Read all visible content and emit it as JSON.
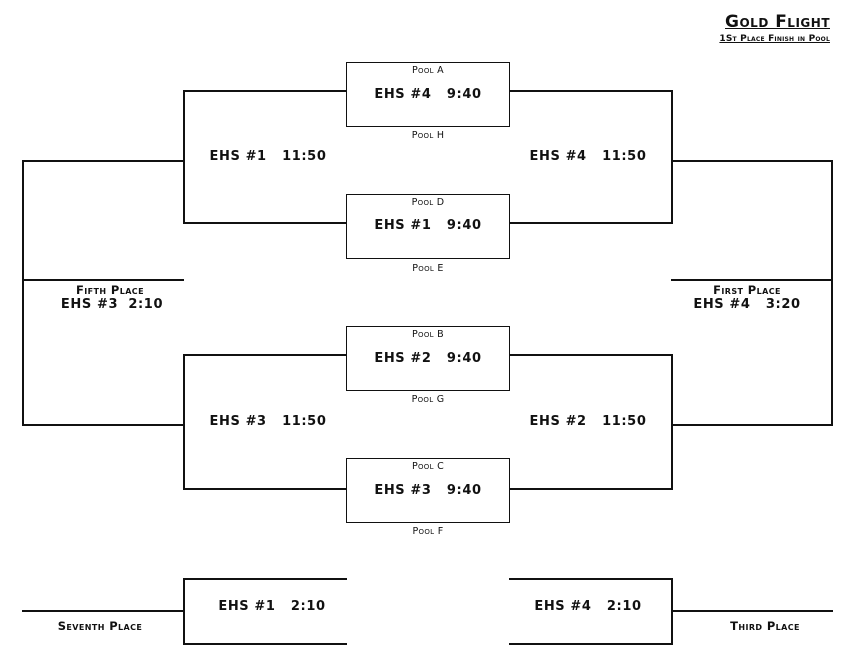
{
  "header": {
    "title": "Gold Flight",
    "subtitle": "1St Place Finish in Pool"
  },
  "quarterfinals": [
    {
      "team": "EHS #4",
      "time": "9:40",
      "pool_top": "Pool A",
      "pool_bottom": "Pool H"
    },
    {
      "team": "EHS #1",
      "time": "9:40",
      "pool_top": "Pool D",
      "pool_bottom": "Pool E"
    },
    {
      "team": "EHS #2",
      "time": "9:40",
      "pool_top": "Pool B",
      "pool_bottom": "Pool G"
    },
    {
      "team": "EHS #3",
      "time": "9:40",
      "pool_top": "Pool C",
      "pool_bottom": "Pool F"
    }
  ],
  "semifinals": {
    "consolation_top": {
      "team": "EHS #1",
      "time": "11:50"
    },
    "winners_top": {
      "team": "EHS #4",
      "time": "11:50"
    },
    "consolation_bottom": {
      "team": "EHS #3",
      "time": "11:50"
    },
    "winners_bottom": {
      "team": "EHS #2",
      "time": "11:50"
    }
  },
  "placements": {
    "fifth": {
      "label": "Fifth Place",
      "team": "EHS #3",
      "time": "2:10"
    },
    "first": {
      "label": "First Place",
      "team": "EHS #4",
      "time": "3:20"
    },
    "seventh": {
      "label": "Seventh Place",
      "team": "EHS #1",
      "time": "2:10"
    },
    "third": {
      "label": "Third Place",
      "team": "EHS #4",
      "time": "2:10"
    }
  }
}
